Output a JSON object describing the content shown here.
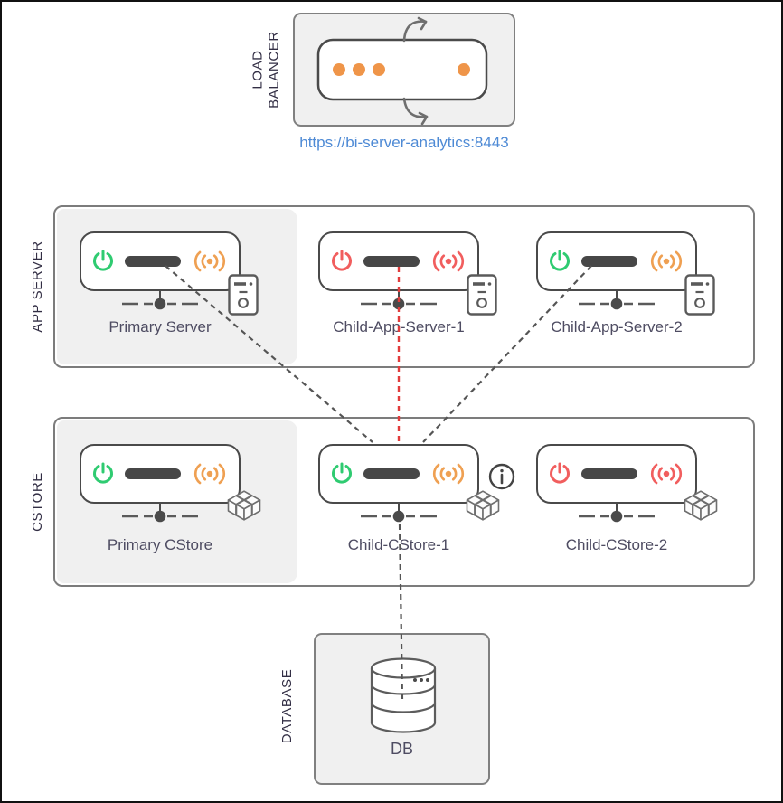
{
  "colors": {
    "power_on": "#2fcb71",
    "power_off": "#f15e5e",
    "signal_ok": "#efa052",
    "signal_alert": "#f15e5e",
    "lb_dot_orange": "#ef9549",
    "link_blue": "#4e8ad5",
    "line_gray": "#555555",
    "line_red": "#e23c3c"
  },
  "load_balancer": {
    "label": "LOAD\nBALANCER",
    "url": "https://bi-server-analytics:8443"
  },
  "app_server": {
    "label": "APP SERVER",
    "nodes": [
      {
        "label": "Primary Server",
        "power_color": "#2fcb71",
        "signal_color": "#efa052"
      },
      {
        "label": "Child-App-Server-1",
        "power_color": "#f15e5e",
        "signal_color": "#f15e5e"
      },
      {
        "label": "Child-App-Server-2",
        "power_color": "#2fcb71",
        "signal_color": "#efa052"
      }
    ]
  },
  "cstore": {
    "label": "CSTORE",
    "nodes": [
      {
        "label": "Primary CStore",
        "power_color": "#2fcb71",
        "signal_color": "#efa052"
      },
      {
        "label": "Child-CStore-1",
        "power_color": "#2fcb71",
        "signal_color": "#efa052"
      },
      {
        "label": "Child-CStore-2",
        "power_color": "#f15e5e",
        "signal_color": "#f15e5e"
      }
    ]
  },
  "database": {
    "label": "DATABASE",
    "node_label": "DB"
  },
  "connections": [
    {
      "from": "Primary Server",
      "to": "Child-CStore-1",
      "style": "dashed",
      "color": "#555555"
    },
    {
      "from": "Child-App-Server-1",
      "to": "Child-CStore-1",
      "style": "dashed",
      "color": "#e23c3c"
    },
    {
      "from": "Child-App-Server-2",
      "to": "Child-CStore-1",
      "style": "dashed",
      "color": "#555555"
    },
    {
      "from": "Child-CStore-1",
      "to": "DB",
      "style": "dashed",
      "color": "#555555"
    }
  ],
  "icons": {
    "power": "power-symbol",
    "signal": "broadcast-waves",
    "server_tower": "tower-pc",
    "package_boxes": "isometric-cubes",
    "database": "cylinder-db",
    "load_balancer": "dots-with-cycle-arrows",
    "network": "node-connector",
    "info": "circled-i"
  }
}
